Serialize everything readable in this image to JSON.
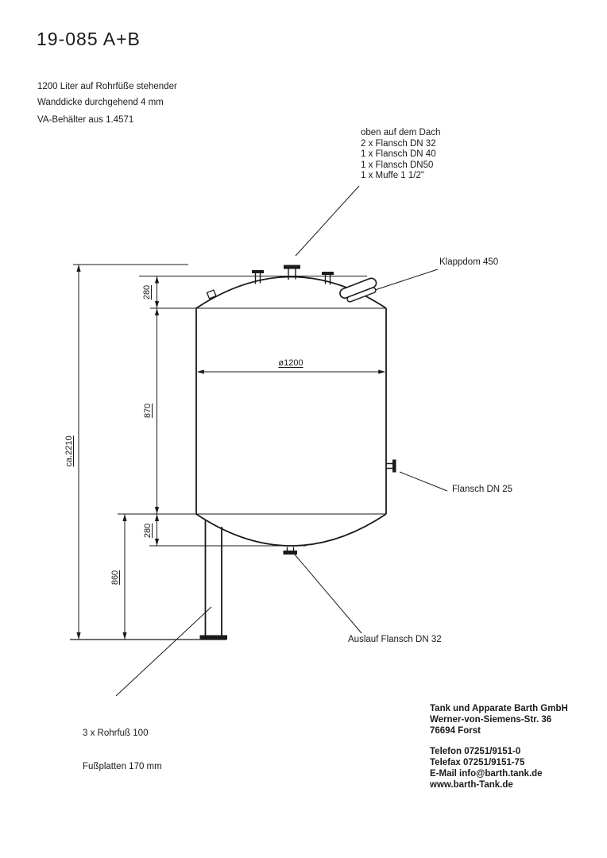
{
  "colors": {
    "ink": "#1a1a1a",
    "paper": "#ffffff"
  },
  "header": {
    "title": "19-085 A+B",
    "description_line1": "1200 Liter auf Rohrfüße stehender",
    "description_line2": "VA-Behälter aus 1.4571",
    "wall_note": "Wanddicke durchgehend 4 mm"
  },
  "roof_note": {
    "lines": [
      "oben auf dem Dach",
      "2 x Flansch DN 32",
      "1 x Flansch DN 40",
      "1 x Flansch DN50",
      "1 x Muffe 1 1/2\""
    ]
  },
  "callouts": {
    "klappdom": "Klappdom 450",
    "side_flange": "Flansch DN 25",
    "outlet": "Auslauf Flansch DN 32",
    "feet_line1": "3 x Rohrfuß 100",
    "feet_line2": "Fußplatten 170 mm"
  },
  "dimensions": {
    "top_head": "280",
    "shell": "870",
    "bottom_head": "280",
    "legs": "860",
    "overall": "ca.2210",
    "diameter": "ø1200"
  },
  "company": {
    "name": "Tank und Apparate Barth GmbH",
    "street": "Werner-von-Siemens-Str. 36",
    "city": "76694 Forst",
    "phone": "Telefon 07251/9151-0",
    "fax": "Telefax 07251/9151-75",
    "email": "E-Mail info@barth.tank.de",
    "web": "www.barth-Tank.de"
  }
}
